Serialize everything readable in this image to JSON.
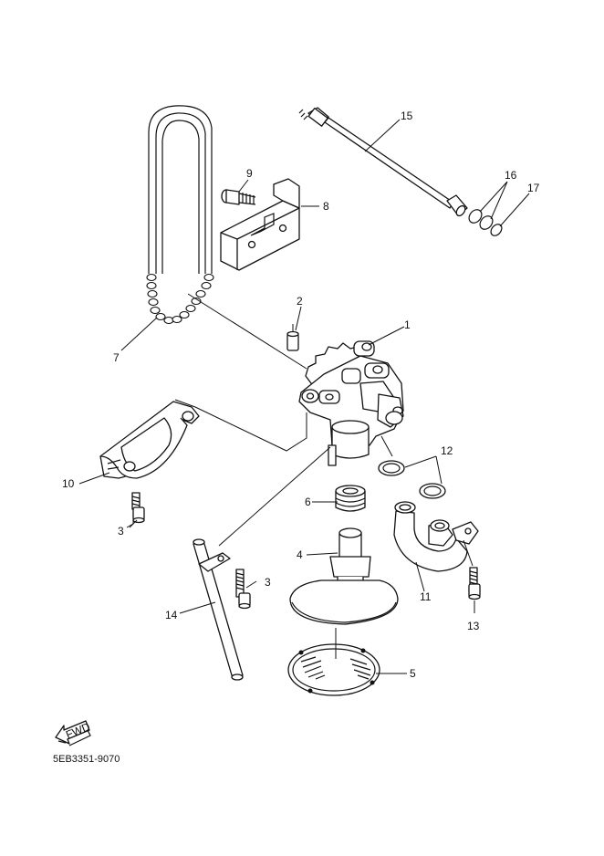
{
  "callouts": {
    "c1": "1",
    "c2": "2",
    "c3a": "3",
    "c3b": "3",
    "c4": "4",
    "c5": "5",
    "c6": "6",
    "c7": "7",
    "c8": "8",
    "c9": "9",
    "c10": "10",
    "c11": "11",
    "c12": "12",
    "c13": "13",
    "c14": "14",
    "c15": "15",
    "c16": "16",
    "c17": "17"
  },
  "fwd_label": "FWD",
  "diagram_code": "5EB3351-9070"
}
